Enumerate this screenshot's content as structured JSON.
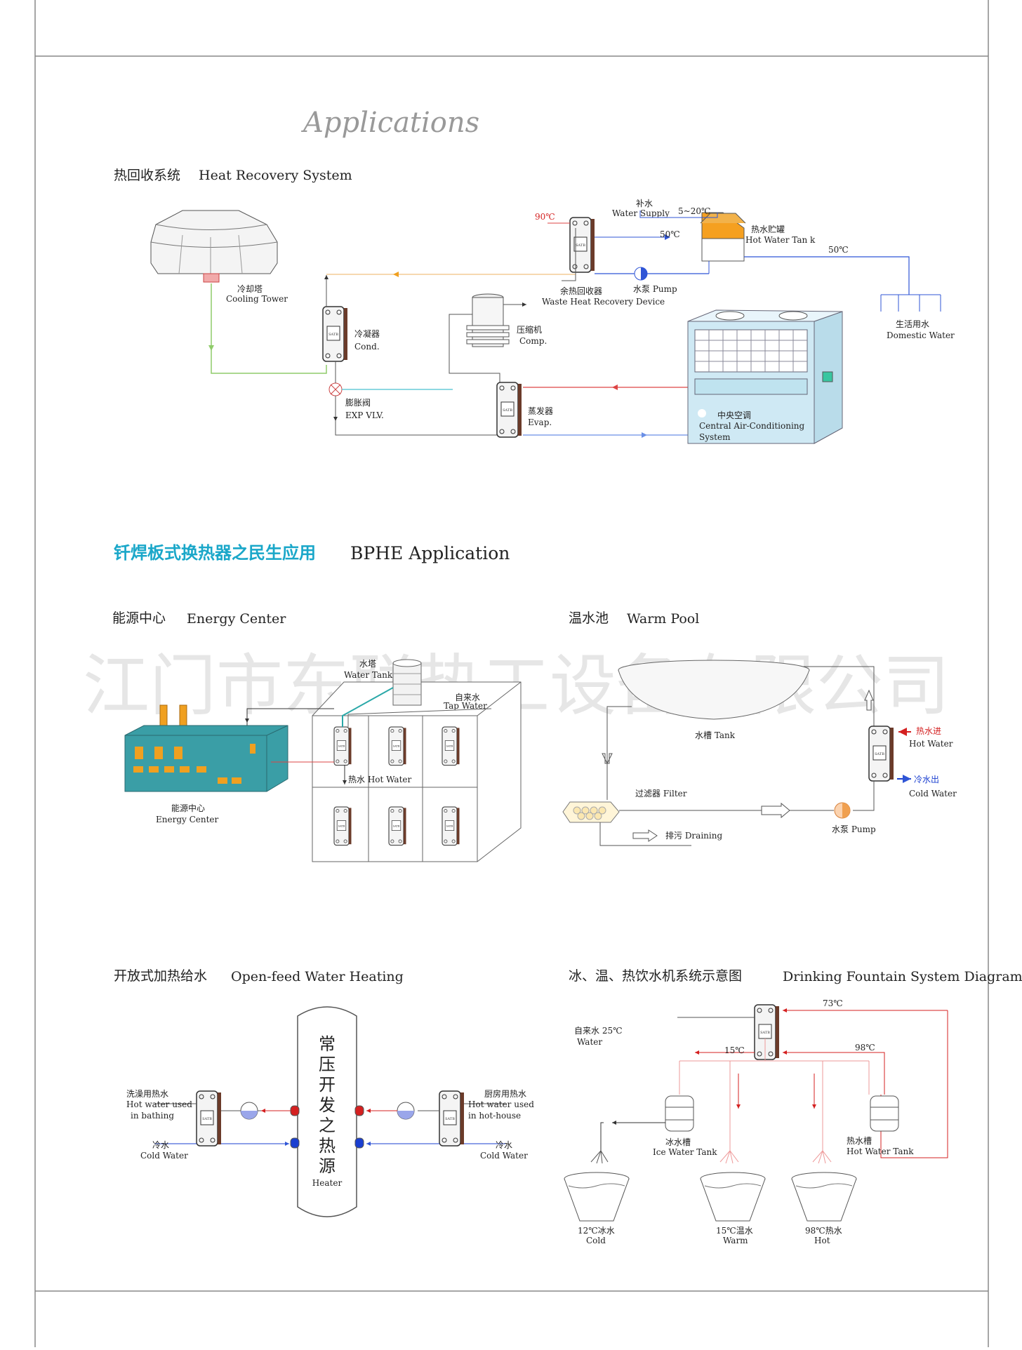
{
  "page_title": "Applications",
  "watermark": "江门市东联热工设备有限公司",
  "heat_recovery": {
    "title_cn": "热回收系统",
    "title_en": "Heat Recovery System",
    "cooling_tower_cn": "冷却塔",
    "cooling_tower_en": "Cooling Tower",
    "cond_cn": "冷凝器",
    "cond_en": "Cond.",
    "exp_cn": "膨胀阀",
    "exp_en": "EXP VLV.",
    "comp_cn": "压缩机",
    "comp_en": "Comp.",
    "evap_cn": "蒸发器",
    "evap_en": "Evap.",
    "temp_90": "90℃",
    "water_supply_cn": "补水",
    "water_supply_en": "Water Supply",
    "temp_5_20": "5~20℃",
    "temp_50a": "50℃",
    "tank_cn": "热水贮罐",
    "tank_en": "Hot Water Tan k",
    "temp_50b": "50℃",
    "pump_label": "水泵 Pump",
    "whr_cn": "余热回收器",
    "whr_en": "Waste Heat Recovery Device",
    "domestic_cn": "生活用水",
    "domestic_en": "Domestic Water",
    "ac_cn": "中央空调",
    "ac_en1": "Central Air-Conditioning",
    "ac_en2": "System"
  },
  "bphe": {
    "title_cn": "钎焊板式换热器之民生应用",
    "title_en": "BPHE Application"
  },
  "energy_center": {
    "title_cn": "能源中心",
    "title_en": "Energy Center",
    "water_tank_cn": "水塔",
    "water_tank_en": "Water Tank",
    "tap_cn": "自来水",
    "tap_en": "Tap Water",
    "hot_water": "热水 Hot Water",
    "ec_cn": "能源中心",
    "ec_en": "Energy Center"
  },
  "warm_pool": {
    "title_cn": "温水池",
    "title_en": "Warm Pool",
    "tank": "水槽 Tank",
    "hot_in_cn": "热水进",
    "hot_in_en": "Hot Water",
    "cold_out_cn": "冷水出",
    "cold_out_en": "Cold Water",
    "filter": "过滤器 Filter",
    "pump": "水泵  Pump",
    "draining": "排污 Draining"
  },
  "open_feed": {
    "title_cn": "开放式加热给水",
    "title_en": "Open-feed Water Heating",
    "heater_chars": [
      "常",
      "压",
      "开",
      "发",
      "之",
      "热",
      "源"
    ],
    "heater_en": "Heater",
    "bath_cn": "洗澡用热水",
    "bath_en1": "Hot water used",
    "bath_en2": "in bathing",
    "cold_left_cn": "冷水",
    "cold_left_en": "Cold Water",
    "kitchen_cn": "厨房用热水",
    "kitchen_en1": "Hot water used",
    "kitchen_en2": "in hot-house",
    "cold_right_cn": "冷水",
    "cold_right_en": "Cold Water"
  },
  "fountain": {
    "title_cn": "冰、温、热饮水机系统示意图",
    "title_en": "Drinking Fountain System Diagram",
    "temp_73": "73℃",
    "tap_cn": "自来水 25℃",
    "tap_en": "Water",
    "temp_15": "15℃",
    "temp_98": "98℃",
    "ice_tank_cn": "冰水槽",
    "ice_tank_en": "Ice Water Tank",
    "hot_tank_cn": "热水槽",
    "hot_tank_en": "Hot Water Tank",
    "cup1_cn": "12℃冰水",
    "cup1_en": "Cold",
    "cup2_cn": "15℃温水",
    "cup2_en": "Warm",
    "cup3_cn": "98℃热水",
    "cup3_en": "Hot"
  }
}
